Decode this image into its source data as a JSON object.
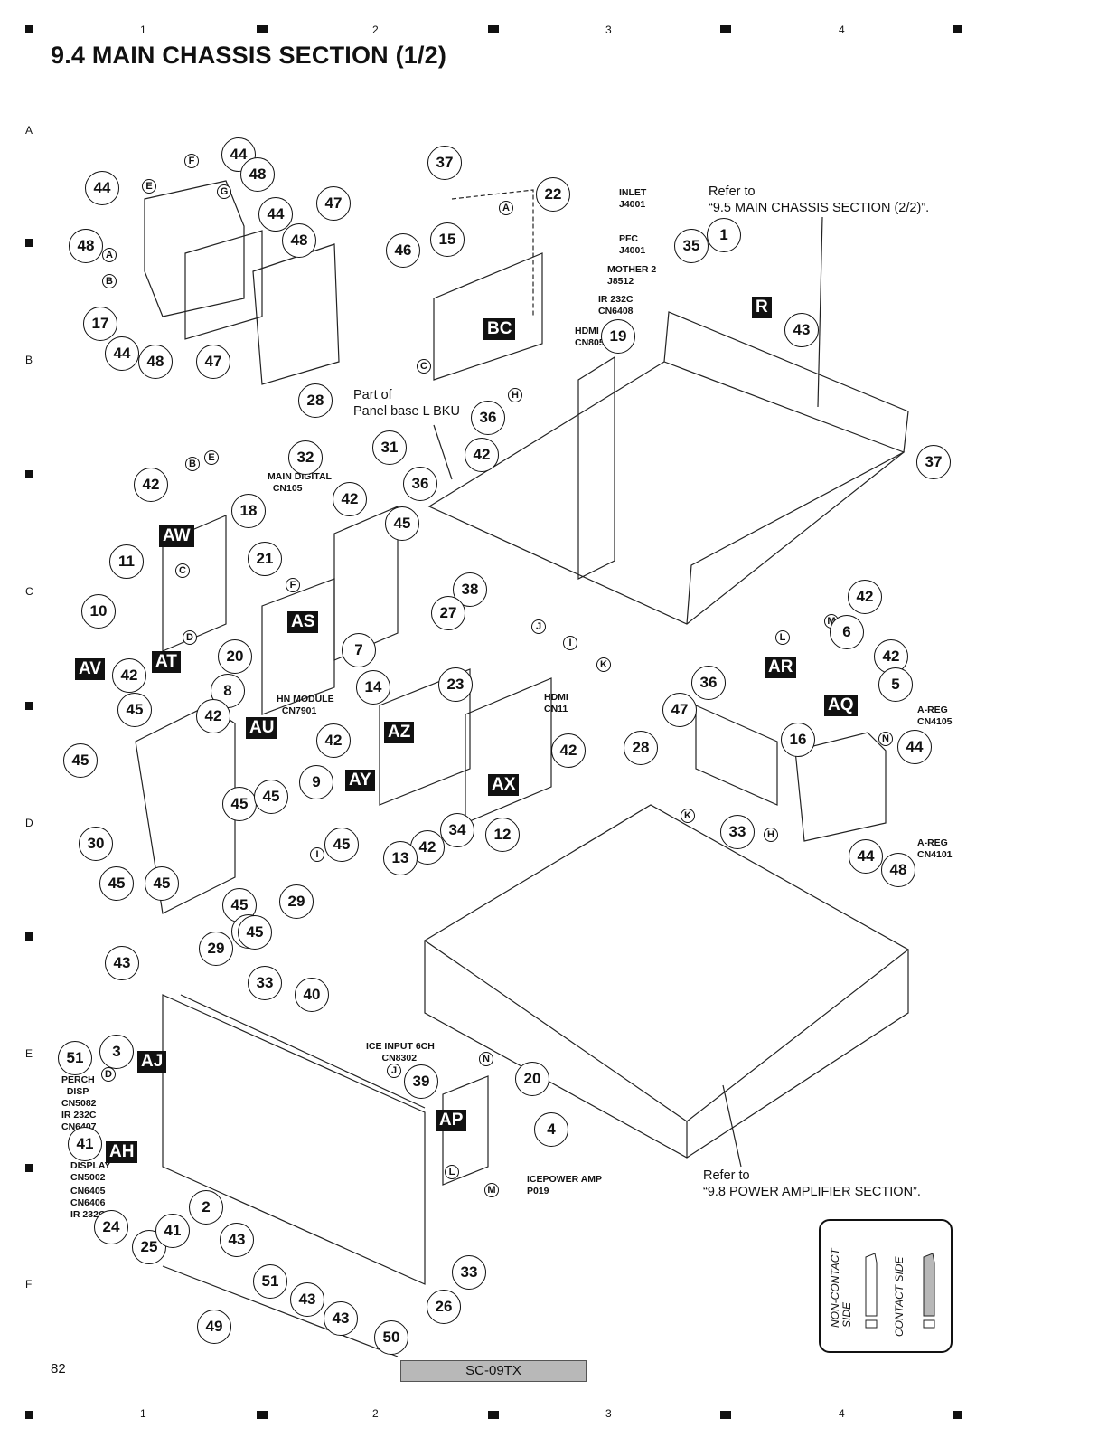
{
  "page": {
    "title": "9.4  MAIN CHASSIS SECTION (1/2)",
    "page_number": "82",
    "model": "SC-09TX",
    "column_numbers": [
      "1",
      "2",
      "3",
      "4"
    ],
    "row_letters": [
      "A",
      "B",
      "C",
      "D",
      "E",
      "F"
    ]
  },
  "notes": {
    "refer_chassis_2": "Refer to\n“9.5 MAIN CHASSIS SECTION (2/2)”.",
    "refer_power_amp": "Refer to\n“9.8 POWER AMPLIFIER SECTION”.",
    "panel_base": "Part of\nPanel base L BKU"
  },
  "connectors": [
    "INLET\nJ4001",
    "PFC\nJ4001",
    "MOTHER 2\nJ8512",
    "IR 232C\nCN6408",
    "HDMI\nCN805",
    "MAIN DIGITAL\n  CN105",
    "HN MODULE\n  CN7901",
    "HDMI\nCN11",
    "A-REG\nCN4105",
    "A-REG\nCN4101",
    "ICE INPUT 6CH\n      CN8302",
    "ICEPOWER AMP\nP019",
    "PERCH\n  DISP\nCN5082\nIR 232C\nCN6407",
    "DISPLAY\nCN5002",
    "CN6405\nCN6406\nIR 232C"
  ],
  "board_tags": [
    "BC",
    "R",
    "AW",
    "AV",
    "AT",
    "AS",
    "AU",
    "AZ",
    "AY",
    "AX",
    "AR",
    "AQ",
    "AJ",
    "AH",
    "AP"
  ],
  "ref_letters": [
    "A",
    "B",
    "C",
    "D",
    "E",
    "F",
    "G",
    "H",
    "I",
    "J",
    "K",
    "L",
    "M",
    "N"
  ],
  "callouts": [
    "44",
    "48",
    "44",
    "48",
    "44",
    "48",
    "17",
    "44",
    "48",
    "47",
    "47",
    "28",
    "37",
    "22",
    "46",
    "15",
    "19",
    "35",
    "1",
    "43",
    "37",
    "32",
    "31",
    "36",
    "42",
    "36",
    "42",
    "45",
    "38",
    "27",
    "42",
    "18",
    "11",
    "10",
    "21",
    "AS7",
    "20",
    "42",
    "8",
    "42",
    "45",
    "9",
    "42",
    "14",
    "23",
    "42",
    "12",
    "34",
    "42",
    "13",
    "42",
    "6",
    "42",
    "5",
    "47",
    "36",
    "28",
    "16",
    "44",
    "44",
    "48",
    "33",
    "45",
    "30",
    "45",
    "45",
    "45",
    "29",
    "45",
    "45",
    "45",
    "45",
    "29",
    "45",
    "43",
    "33",
    "40",
    "51",
    "3",
    "41",
    "2",
    "24",
    "25",
    "41",
    "43",
    "51",
    "43",
    "43",
    "49",
    "50",
    "26",
    "33",
    "39",
    "20",
    "4"
  ],
  "legend": {
    "non_contact": "NON-CONTACT\nSIDE",
    "contact": "CONTACT SIDE"
  }
}
